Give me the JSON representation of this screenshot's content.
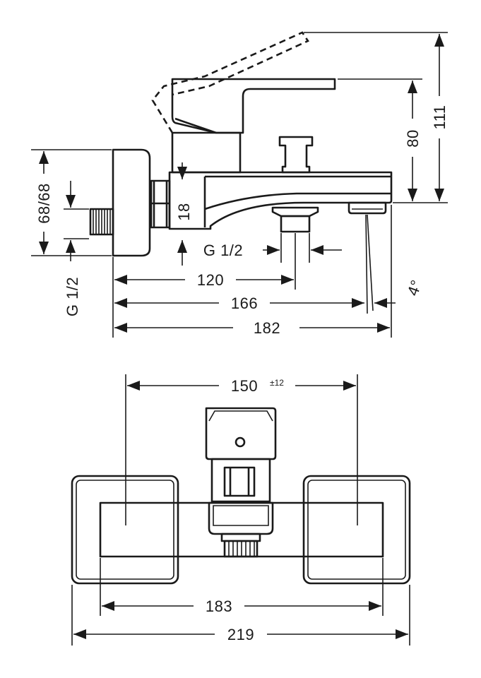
{
  "side_view": {
    "labels": {
      "height_total": "111",
      "height_spout": "80",
      "inlet_offset": "68/68",
      "thread_left": "G 1/2",
      "outlet_height": "18",
      "thread_outlet": "G 1/2",
      "projection_outlet": "120",
      "projection_spout": "166",
      "projection_total": "182",
      "angle": "4°"
    }
  },
  "top_view": {
    "labels": {
      "centres": "150",
      "centres_tolerance": "±12",
      "body_width": "183",
      "overall_width": "219"
    }
  }
}
